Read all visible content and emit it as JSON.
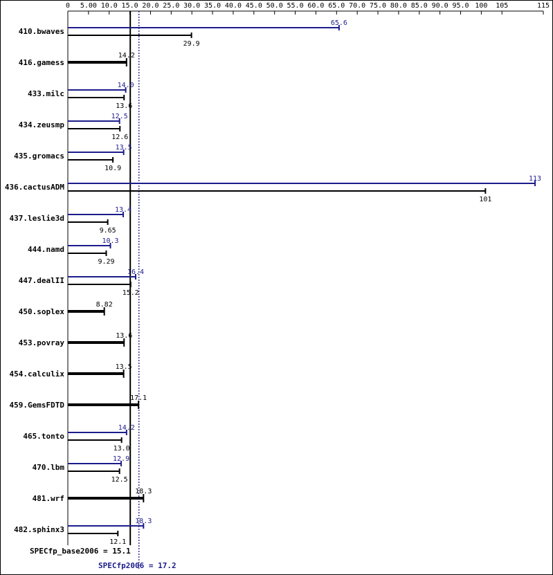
{
  "chart_data": {
    "type": "bar",
    "title": "",
    "xlabel": "",
    "ylabel": "",
    "xlim": [
      0,
      115
    ],
    "grid": false,
    "colors": {
      "peak": "#1c1c8c",
      "base": "#000000"
    },
    "x_ticks": [
      {
        "value": 0,
        "label": "0"
      },
      {
        "value": 5,
        "label": "5.00"
      },
      {
        "value": 10,
        "label": "10.0"
      },
      {
        "value": 15,
        "label": "15.0"
      },
      {
        "value": 20,
        "label": "20.0"
      },
      {
        "value": 25,
        "label": "25.0"
      },
      {
        "value": 30,
        "label": "30.0"
      },
      {
        "value": 35,
        "label": "35.0"
      },
      {
        "value": 40,
        "label": "40.0"
      },
      {
        "value": 45,
        "label": "45.0"
      },
      {
        "value": 50,
        "label": "50.0"
      },
      {
        "value": 55,
        "label": "55.0"
      },
      {
        "value": 60,
        "label": "60.0"
      },
      {
        "value": 65,
        "label": "65.0"
      },
      {
        "value": 70,
        "label": "70.0"
      },
      {
        "value": 75,
        "label": "75.0"
      },
      {
        "value": 80,
        "label": "80.0"
      },
      {
        "value": 85,
        "label": "85.0"
      },
      {
        "value": 90,
        "label": "90.0"
      },
      {
        "value": 95,
        "label": "95.0"
      },
      {
        "value": 100,
        "label": "100"
      },
      {
        "value": 105,
        "label": "105"
      },
      {
        "value": 115,
        "label": "115"
      }
    ],
    "benchmarks": [
      {
        "name": "410.bwaves",
        "peak": 65.6,
        "peak_label": "65.6",
        "base": 29.9,
        "base_label": "29.9"
      },
      {
        "name": "416.gamess",
        "peak": null,
        "peak_label": null,
        "base": 14.2,
        "base_label": "14.2"
      },
      {
        "name": "433.milc",
        "peak": 14.0,
        "peak_label": "14.0",
        "base": 13.6,
        "base_label": "13.6"
      },
      {
        "name": "434.zeusmp",
        "peak": 12.5,
        "peak_label": "12.5",
        "base": 12.6,
        "base_label": "12.6"
      },
      {
        "name": "435.gromacs",
        "peak": 13.5,
        "peak_label": "13.5",
        "base": 10.9,
        "base_label": "10.9"
      },
      {
        "name": "436.cactusADM",
        "peak": 113,
        "peak_label": "113",
        "base": 101,
        "base_label": "101"
      },
      {
        "name": "437.leslie3d",
        "peak": 13.4,
        "peak_label": "13.4",
        "base": 9.65,
        "base_label": "9.65"
      },
      {
        "name": "444.namd",
        "peak": 10.3,
        "peak_label": "10.3",
        "base": 9.29,
        "base_label": "9.29"
      },
      {
        "name": "447.dealII",
        "peak": 16.4,
        "peak_label": "16.4",
        "base": 15.2,
        "base_label": "15.2"
      },
      {
        "name": "450.soplex",
        "peak": null,
        "peak_label": null,
        "base": 8.82,
        "base_label": "8.82"
      },
      {
        "name": "453.povray",
        "peak": null,
        "peak_label": null,
        "base": 13.6,
        "base_label": "13.6"
      },
      {
        "name": "454.calculix",
        "peak": null,
        "peak_label": null,
        "base": 13.5,
        "base_label": "13.5"
      },
      {
        "name": "459.GemsFDTD",
        "peak": null,
        "peak_label": null,
        "base": 17.1,
        "base_label": "17.1"
      },
      {
        "name": "465.tonto",
        "peak": 14.2,
        "peak_label": "14.2",
        "base": 13.0,
        "base_label": "13.0"
      },
      {
        "name": "470.lbm",
        "peak": 12.9,
        "peak_label": "12.9",
        "base": 12.5,
        "base_label": "12.5"
      },
      {
        "name": "481.wrf",
        "peak": null,
        "peak_label": null,
        "base": 18.3,
        "base_label": "18.3"
      },
      {
        "name": "482.sphinx3",
        "peak": 18.3,
        "peak_label": "18.3",
        "base": 12.1,
        "base_label": "12.1"
      }
    ],
    "summary": {
      "base_value": 15.1,
      "base_label": "SPECfp_base2006 = 15.1",
      "peak_value": 17.2,
      "peak_label": "SPECfp2006 = 17.2"
    }
  }
}
